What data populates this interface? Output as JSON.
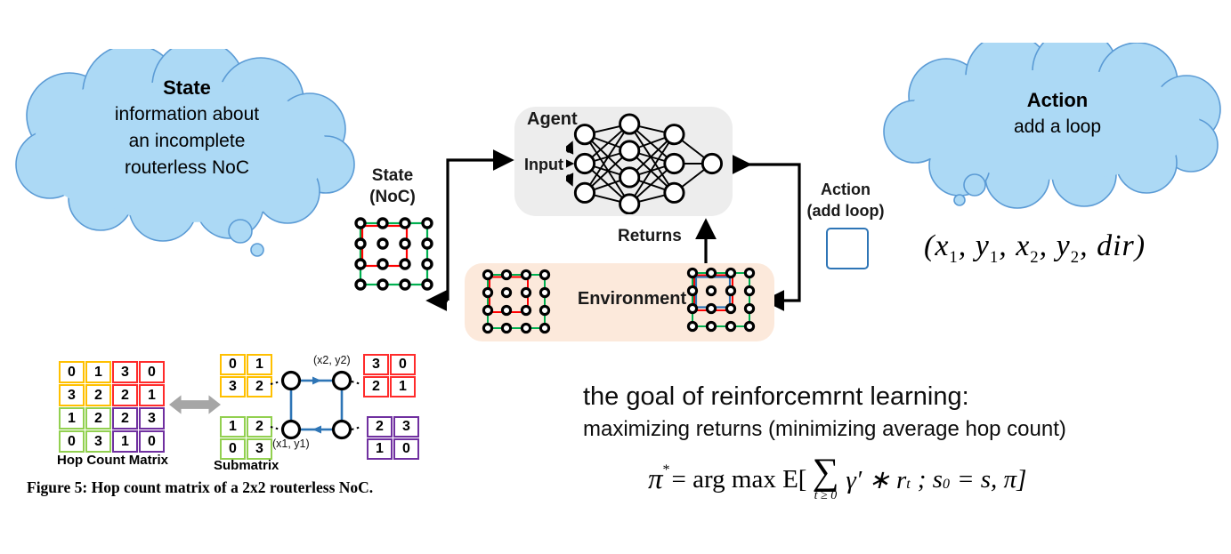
{
  "clouds": {
    "state": {
      "title": "State",
      "line1": "information about",
      "line2": "an incomplete",
      "line3": "routerless NoC"
    },
    "action": {
      "title": "Action",
      "line1": "add a loop"
    }
  },
  "rl_diagram": {
    "agent_label": "Agent",
    "input_label": "Input",
    "returns_label": "Returns",
    "environment_label": "Environment",
    "state_label": "State",
    "state_sublabel": "(NoC)",
    "action_label": "Action",
    "action_sublabel": "(add loop)"
  },
  "action_tuple": {
    "p1": "(x",
    "s1": "1",
    "p2": ", y",
    "s2": "1",
    "p3": ", x",
    "s3": "2",
    "p4": ", y",
    "s4": "2",
    "p5": ", dir)"
  },
  "figure5": {
    "hop_matrix": [
      [
        0,
        1,
        3,
        0
      ],
      [
        3,
        2,
        2,
        1
      ],
      [
        1,
        2,
        2,
        3
      ],
      [
        0,
        3,
        1,
        0
      ]
    ],
    "hop_matrix_label": "Hop Count Matrix",
    "submatrix_label": "Submatrix",
    "sub_topleft": [
      [
        0,
        1
      ],
      [
        3,
        2
      ]
    ],
    "sub_topright": [
      [
        3,
        0
      ],
      [
        2,
        1
      ]
    ],
    "sub_bottomleft": [
      [
        1,
        2
      ],
      [
        0,
        3
      ]
    ],
    "sub_bottomright": [
      [
        2,
        3
      ],
      [
        1,
        0
      ]
    ],
    "corner_top_label": "(x2, y2)",
    "corner_bottom_label": "(x1, y1)",
    "caption": "Figure 5: Hop count matrix of a 2x2 routerless NoC."
  },
  "goal": {
    "line1": "the goal of reinforcemrnt learning:",
    "line2": "maximizing returns (minimizing average hop count)"
  },
  "formula": {
    "pi": "π",
    "star": "*",
    "eq": "= arg max E[",
    "sigma": "∑",
    "sigma_under": "t ≥ 0",
    "term": "γ′ ∗ r",
    "term_sub": "t",
    "cond": "; s",
    "cond_sub": "0",
    "end": "= s, π]"
  },
  "colors": {
    "cloud_fill": "#ACD9F5",
    "cloud_border": "#5B9BD5",
    "agent_box_fill": "#EDEDED",
    "environment_box_fill": "#FCE9DB",
    "loop_green": "#00B050",
    "loop_red": "#FF0000",
    "loop_blue": "#2E75B6",
    "quad_yellow": "#FFC000",
    "quad_red": "#FF2B2B",
    "quad_green": "#92D050",
    "quad_purple": "#7030A0",
    "double_arrow_gray": "#A6A6A6"
  }
}
